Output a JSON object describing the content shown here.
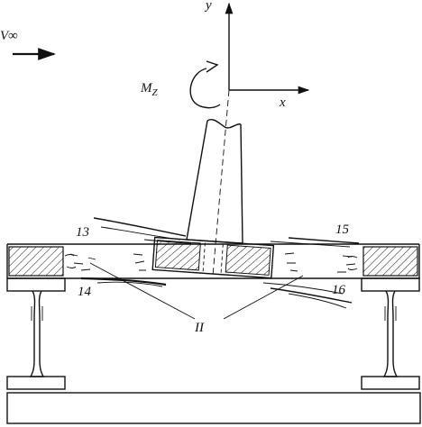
{
  "labels": {
    "v_inf": "V∞",
    "y_axis": "y",
    "x_axis": "x",
    "moment": "M",
    "moment_sub": "Z",
    "n13": "13",
    "n14": "14",
    "n15": "15",
    "n16": "16",
    "region": "II"
  },
  "colors": {
    "ink": "#111111",
    "paper": "#ffffff"
  }
}
